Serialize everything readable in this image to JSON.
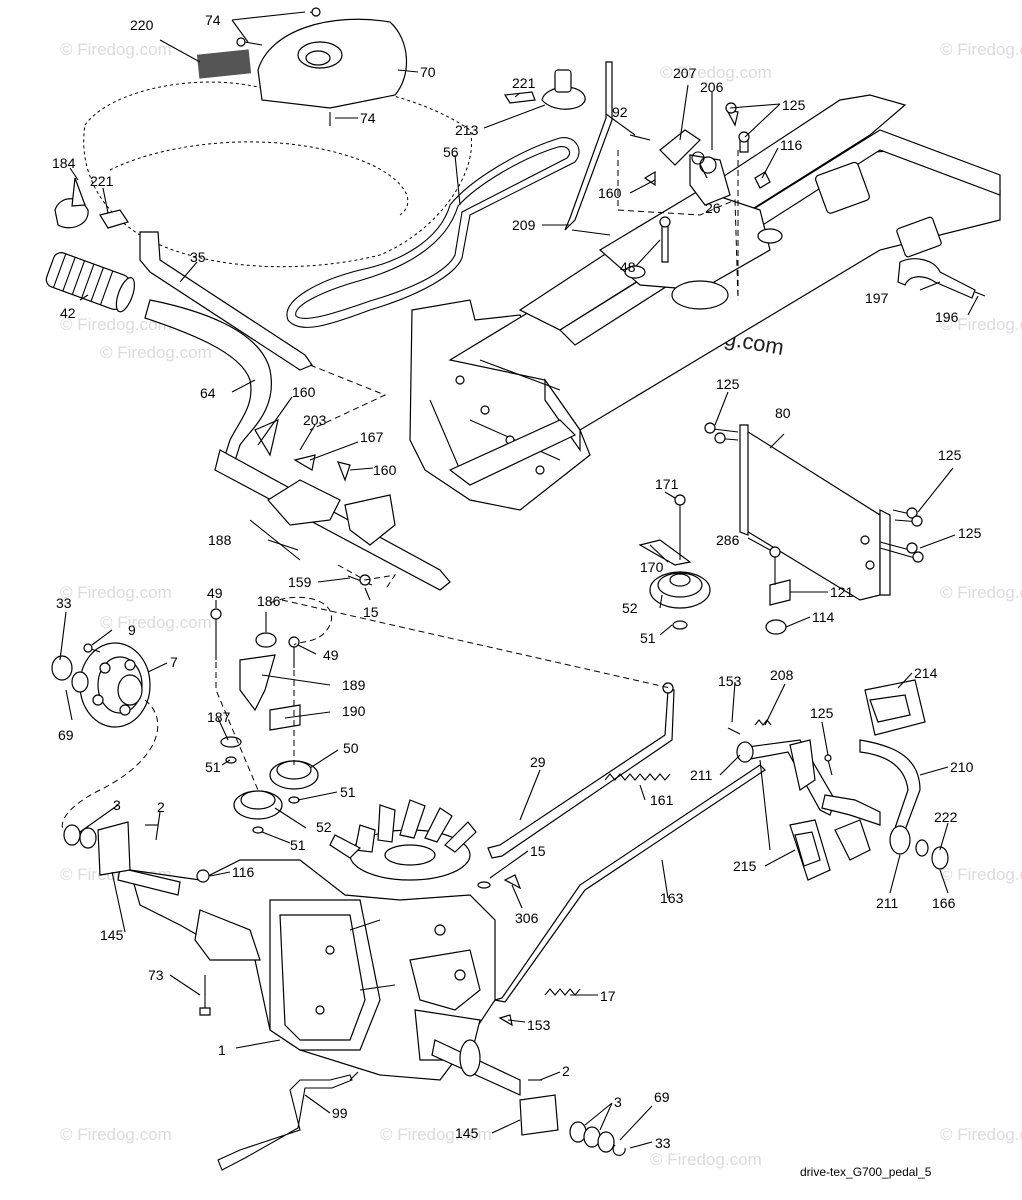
{
  "watermark": "© Firedog.com",
  "reference_code": "drive-tex_G700_pedal_5",
  "callouts": [
    "220",
    "74",
    "70",
    "74",
    "221",
    "213",
    "92",
    "207",
    "206",
    "125",
    "116",
    "160",
    "26",
    "209",
    "48",
    "56",
    "184",
    "221",
    "35",
    "42",
    "197",
    "196",
    "64",
    "160",
    "203",
    "167",
    "160",
    "125",
    "80",
    "125",
    "125",
    "188",
    "159",
    "15",
    "171",
    "170",
    "286",
    "121",
    "52",
    "51",
    "114",
    "33",
    "9",
    "49",
    "186",
    "49",
    "7",
    "189",
    "190",
    "69",
    "187",
    "50",
    "51",
    "51",
    "52",
    "51",
    "153",
    "208",
    "214",
    "125",
    "29",
    "211",
    "210",
    "161",
    "3",
    "2",
    "222",
    "116",
    "15",
    "215",
    "211",
    "166",
    "145",
    "306",
    "163",
    "73",
    "17",
    "153",
    "1",
    "2",
    "99",
    "3",
    "69",
    "145",
    "33"
  ]
}
